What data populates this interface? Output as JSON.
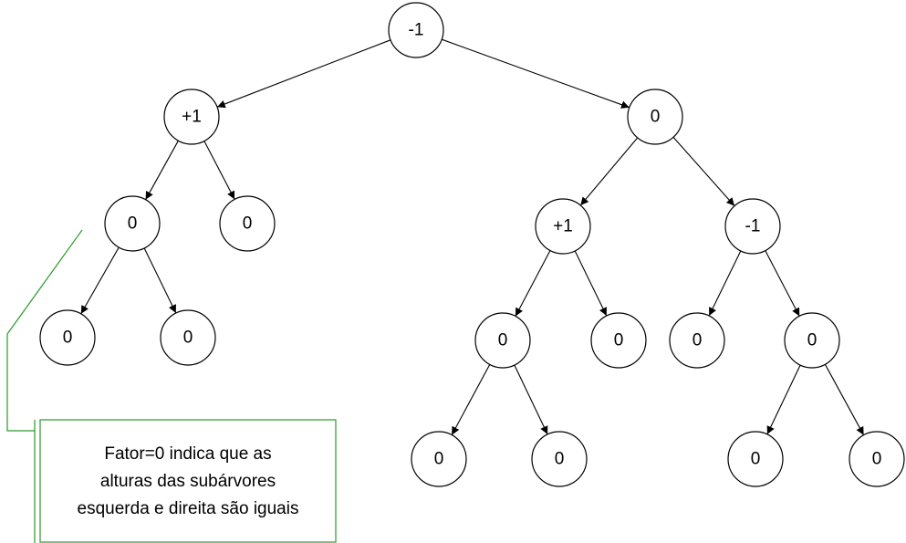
{
  "tree": {
    "nodes": [
      {
        "id": "root",
        "label": "-1"
      },
      {
        "id": "l",
        "label": "+1"
      },
      {
        "id": "r",
        "label": "0"
      },
      {
        "id": "ll",
        "label": "0"
      },
      {
        "id": "lr",
        "label": "0"
      },
      {
        "id": "lll",
        "label": "0"
      },
      {
        "id": "llr",
        "label": "0"
      },
      {
        "id": "rl",
        "label": "+1"
      },
      {
        "id": "rr",
        "label": "-1"
      },
      {
        "id": "rll",
        "label": "0"
      },
      {
        "id": "rlr",
        "label": "0"
      },
      {
        "id": "rrl",
        "label": "0"
      },
      {
        "id": "rrr",
        "label": "0"
      },
      {
        "id": "rlll",
        "label": "0"
      },
      {
        "id": "rllr",
        "label": "0"
      },
      {
        "id": "rrrl",
        "label": "0"
      },
      {
        "id": "rrrr",
        "label": "0"
      }
    ],
    "edges": [
      [
        "root",
        "l"
      ],
      [
        "root",
        "r"
      ],
      [
        "l",
        "ll"
      ],
      [
        "l",
        "lr"
      ],
      [
        "ll",
        "lll"
      ],
      [
        "ll",
        "llr"
      ],
      [
        "r",
        "rl"
      ],
      [
        "r",
        "rr"
      ],
      [
        "rl",
        "rll"
      ],
      [
        "rl",
        "rlr"
      ],
      [
        "rr",
        "rrl"
      ],
      [
        "rr",
        "rrr"
      ],
      [
        "rll",
        "rlll"
      ],
      [
        "rll",
        "rllr"
      ],
      [
        "rrr",
        "rrrl"
      ],
      [
        "rrr",
        "rrrr"
      ]
    ]
  },
  "callout": {
    "lines": [
      "Fator=0 indica que as",
      "alturas das subárvores",
      "esquerda e direita são iguais"
    ],
    "color": "#2a9a2a"
  }
}
